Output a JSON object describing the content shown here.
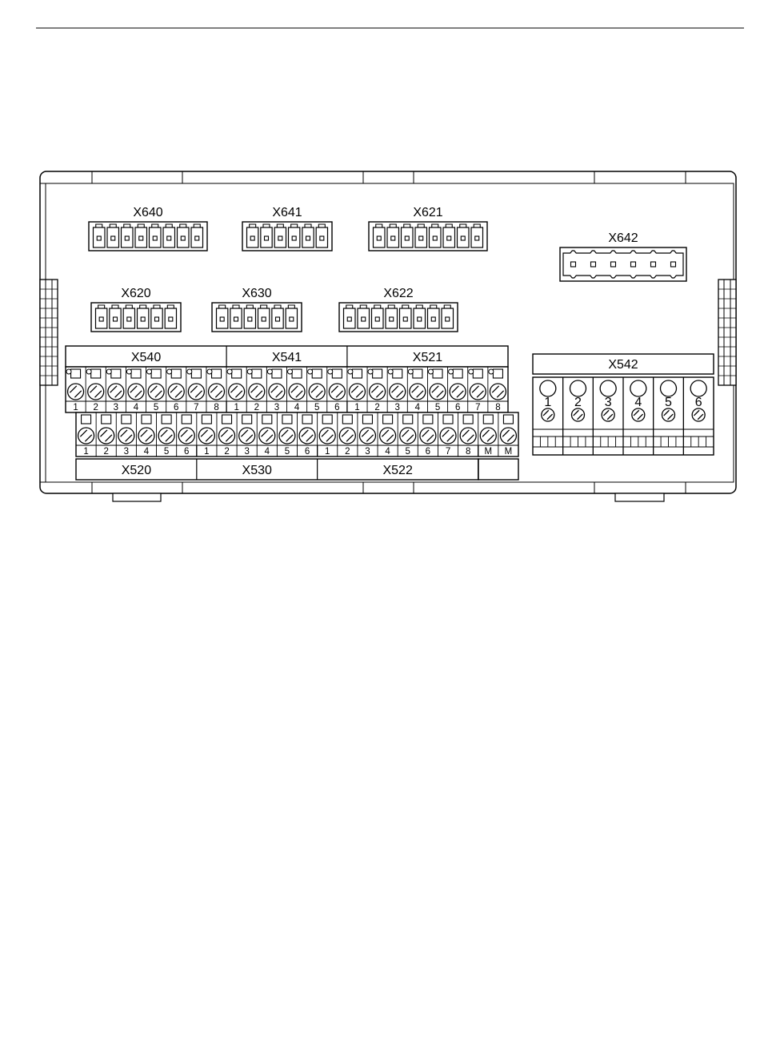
{
  "header_connectors": [
    {
      "name": "X640",
      "pins": 8
    },
    {
      "name": "X641",
      "pins": 6
    },
    {
      "name": "X621",
      "pins": 8
    },
    {
      "name": "X620",
      "pins": 6
    },
    {
      "name": "X630",
      "pins": 6
    },
    {
      "name": "X622",
      "pins": 8
    }
  ],
  "x642": {
    "name": "X642",
    "pins": 6
  },
  "upper_strip": {
    "groups": [
      {
        "label": "X540",
        "numbers": [
          "1",
          "2",
          "3",
          "4",
          "5",
          "6",
          "7",
          "8"
        ]
      },
      {
        "label": "X541",
        "numbers": [
          "1",
          "2",
          "3",
          "4",
          "5",
          "6"
        ]
      },
      {
        "label": "X521",
        "numbers": [
          "1",
          "2",
          "3",
          "4",
          "5",
          "6",
          "7",
          "8"
        ]
      }
    ]
  },
  "lower_strip": {
    "groups": [
      {
        "label": "X520",
        "numbers": [
          "1",
          "2",
          "3",
          "4",
          "5",
          "6"
        ]
      },
      {
        "label": "X530",
        "numbers": [
          "1",
          "2",
          "3",
          "4",
          "5",
          "6"
        ]
      },
      {
        "label": "X522",
        "numbers": [
          "1",
          "2",
          "3",
          "4",
          "5",
          "6",
          "7",
          "8"
        ]
      },
      {
        "label": "",
        "numbers": [
          "M",
          "M"
        ]
      }
    ]
  },
  "x542": {
    "label": "X542",
    "numbers": [
      "1",
      "2",
      "3",
      "4",
      "5",
      "6"
    ]
  }
}
